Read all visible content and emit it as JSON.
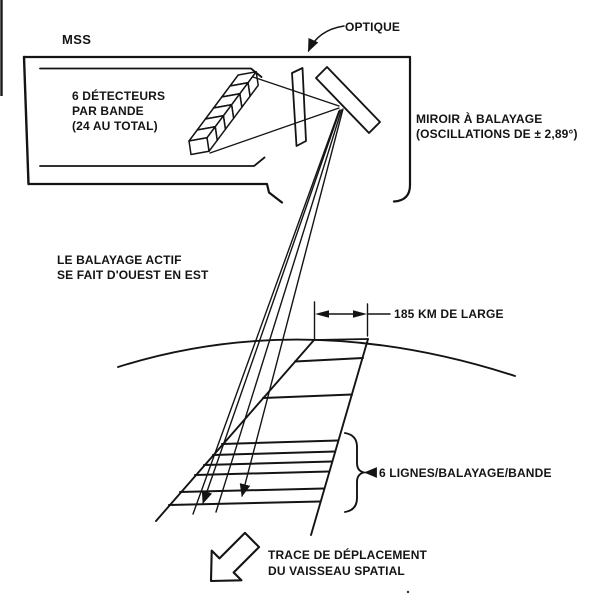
{
  "figure": {
    "title_label": "MSS",
    "colors": {
      "background": "#ffffff",
      "ink": "#141414"
    },
    "detector_count": 6,
    "labels": {
      "detectors": [
        "6 DÉTECTEURS",
        "PAR BANDE",
        "(24 AU TOTAL)"
      ],
      "optics": "OPTIQUE",
      "mirror": [
        "MIROIR À BALAYAGE",
        "(OSCILLATIONS DE ± 2,89°)"
      ],
      "scan_direction": [
        "LE BALAYAGE ACTIF",
        "SE FAIT D'OUEST EN EST"
      ],
      "swath_width": "185 KM DE LARGE",
      "scan_lines": "6 LIGNES/BALAYAGE/BANDE",
      "ground_track": [
        "TRACE DE DÉPLACEMENT",
        "DU VAISSEAU SPATIAL"
      ]
    }
  }
}
